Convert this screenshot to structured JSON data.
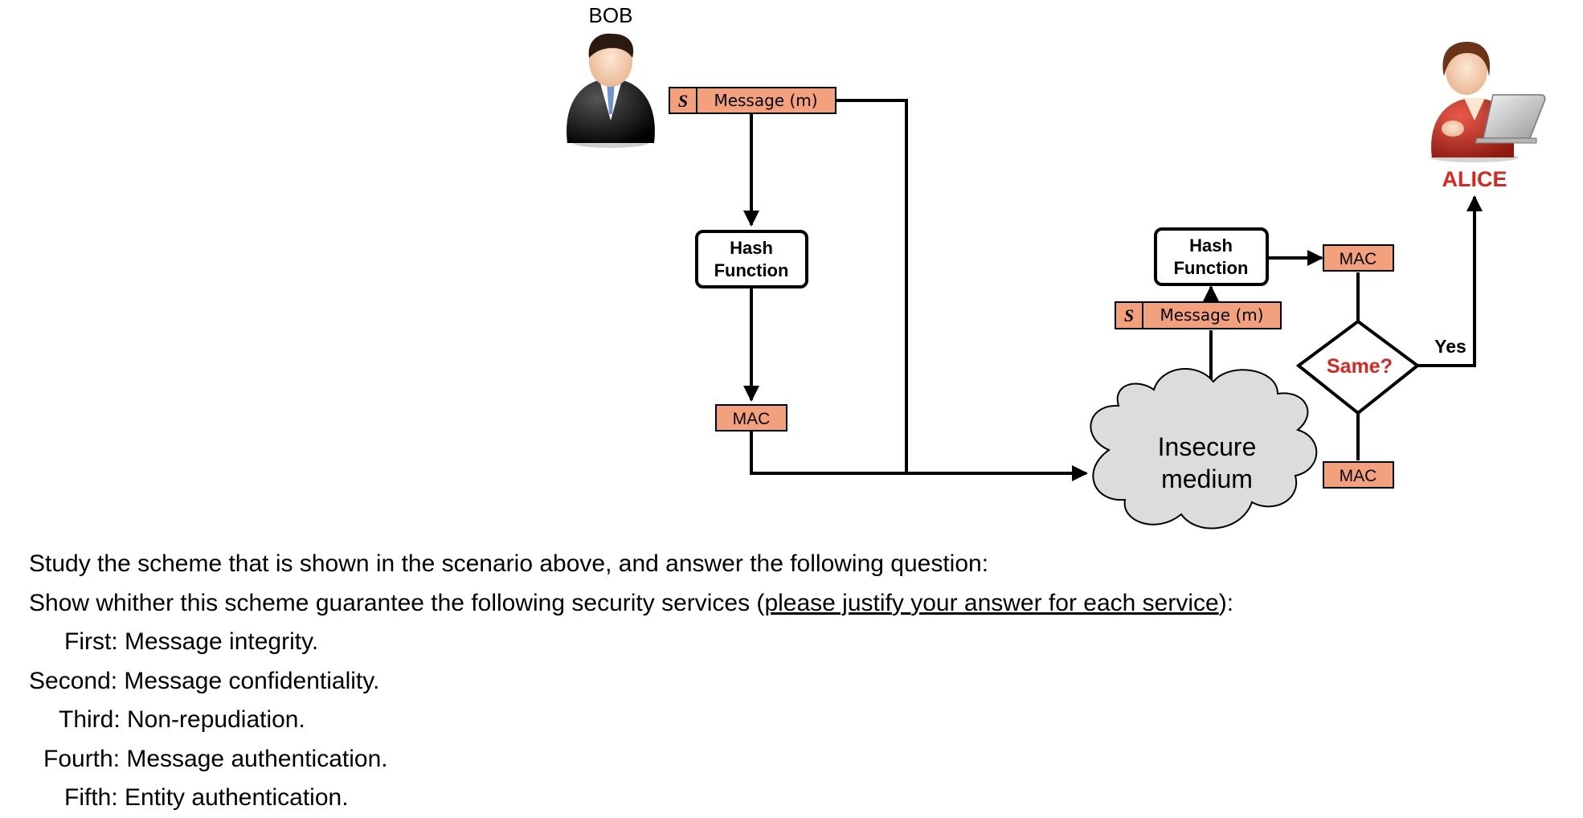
{
  "actors": {
    "sender_label": "BOB",
    "receiver_label": "ALICE",
    "receiver_label_color": "#d7281f"
  },
  "sender_block": {
    "key_label": "S",
    "message_label": "Message (m)",
    "hash_line1": "Hash",
    "hash_line2": "Function",
    "mac_label": "MAC"
  },
  "channel": {
    "line1": "Insecure",
    "line2": "medium",
    "fill_color": "#dcdcdc"
  },
  "receiver_block": {
    "hash_line1": "Hash",
    "hash_line2": "Function",
    "computed_mac_label": "MAC",
    "key_label": "S",
    "message_label": "Message (m)",
    "received_mac_label": "MAC",
    "decision_label": "Same?",
    "decision_color": "#d7281f",
    "yes_label": "Yes"
  },
  "colors": {
    "box_fill": "#f3a07c"
  },
  "question": {
    "line1": "Study the scheme that is shown in the scenario above, and answer the following question:",
    "line2_prefix": "Show whither this scheme guarantee the following security services (",
    "line2_underlined": "please justify your answer for each service",
    "line2_suffix": "):",
    "items": [
      "First: Message integrity.",
      "Second: Message confidentiality.",
      "Third: Non-repudiation.",
      "Fourth: Message authentication.",
      "Fifth: Entity authentication."
    ]
  }
}
